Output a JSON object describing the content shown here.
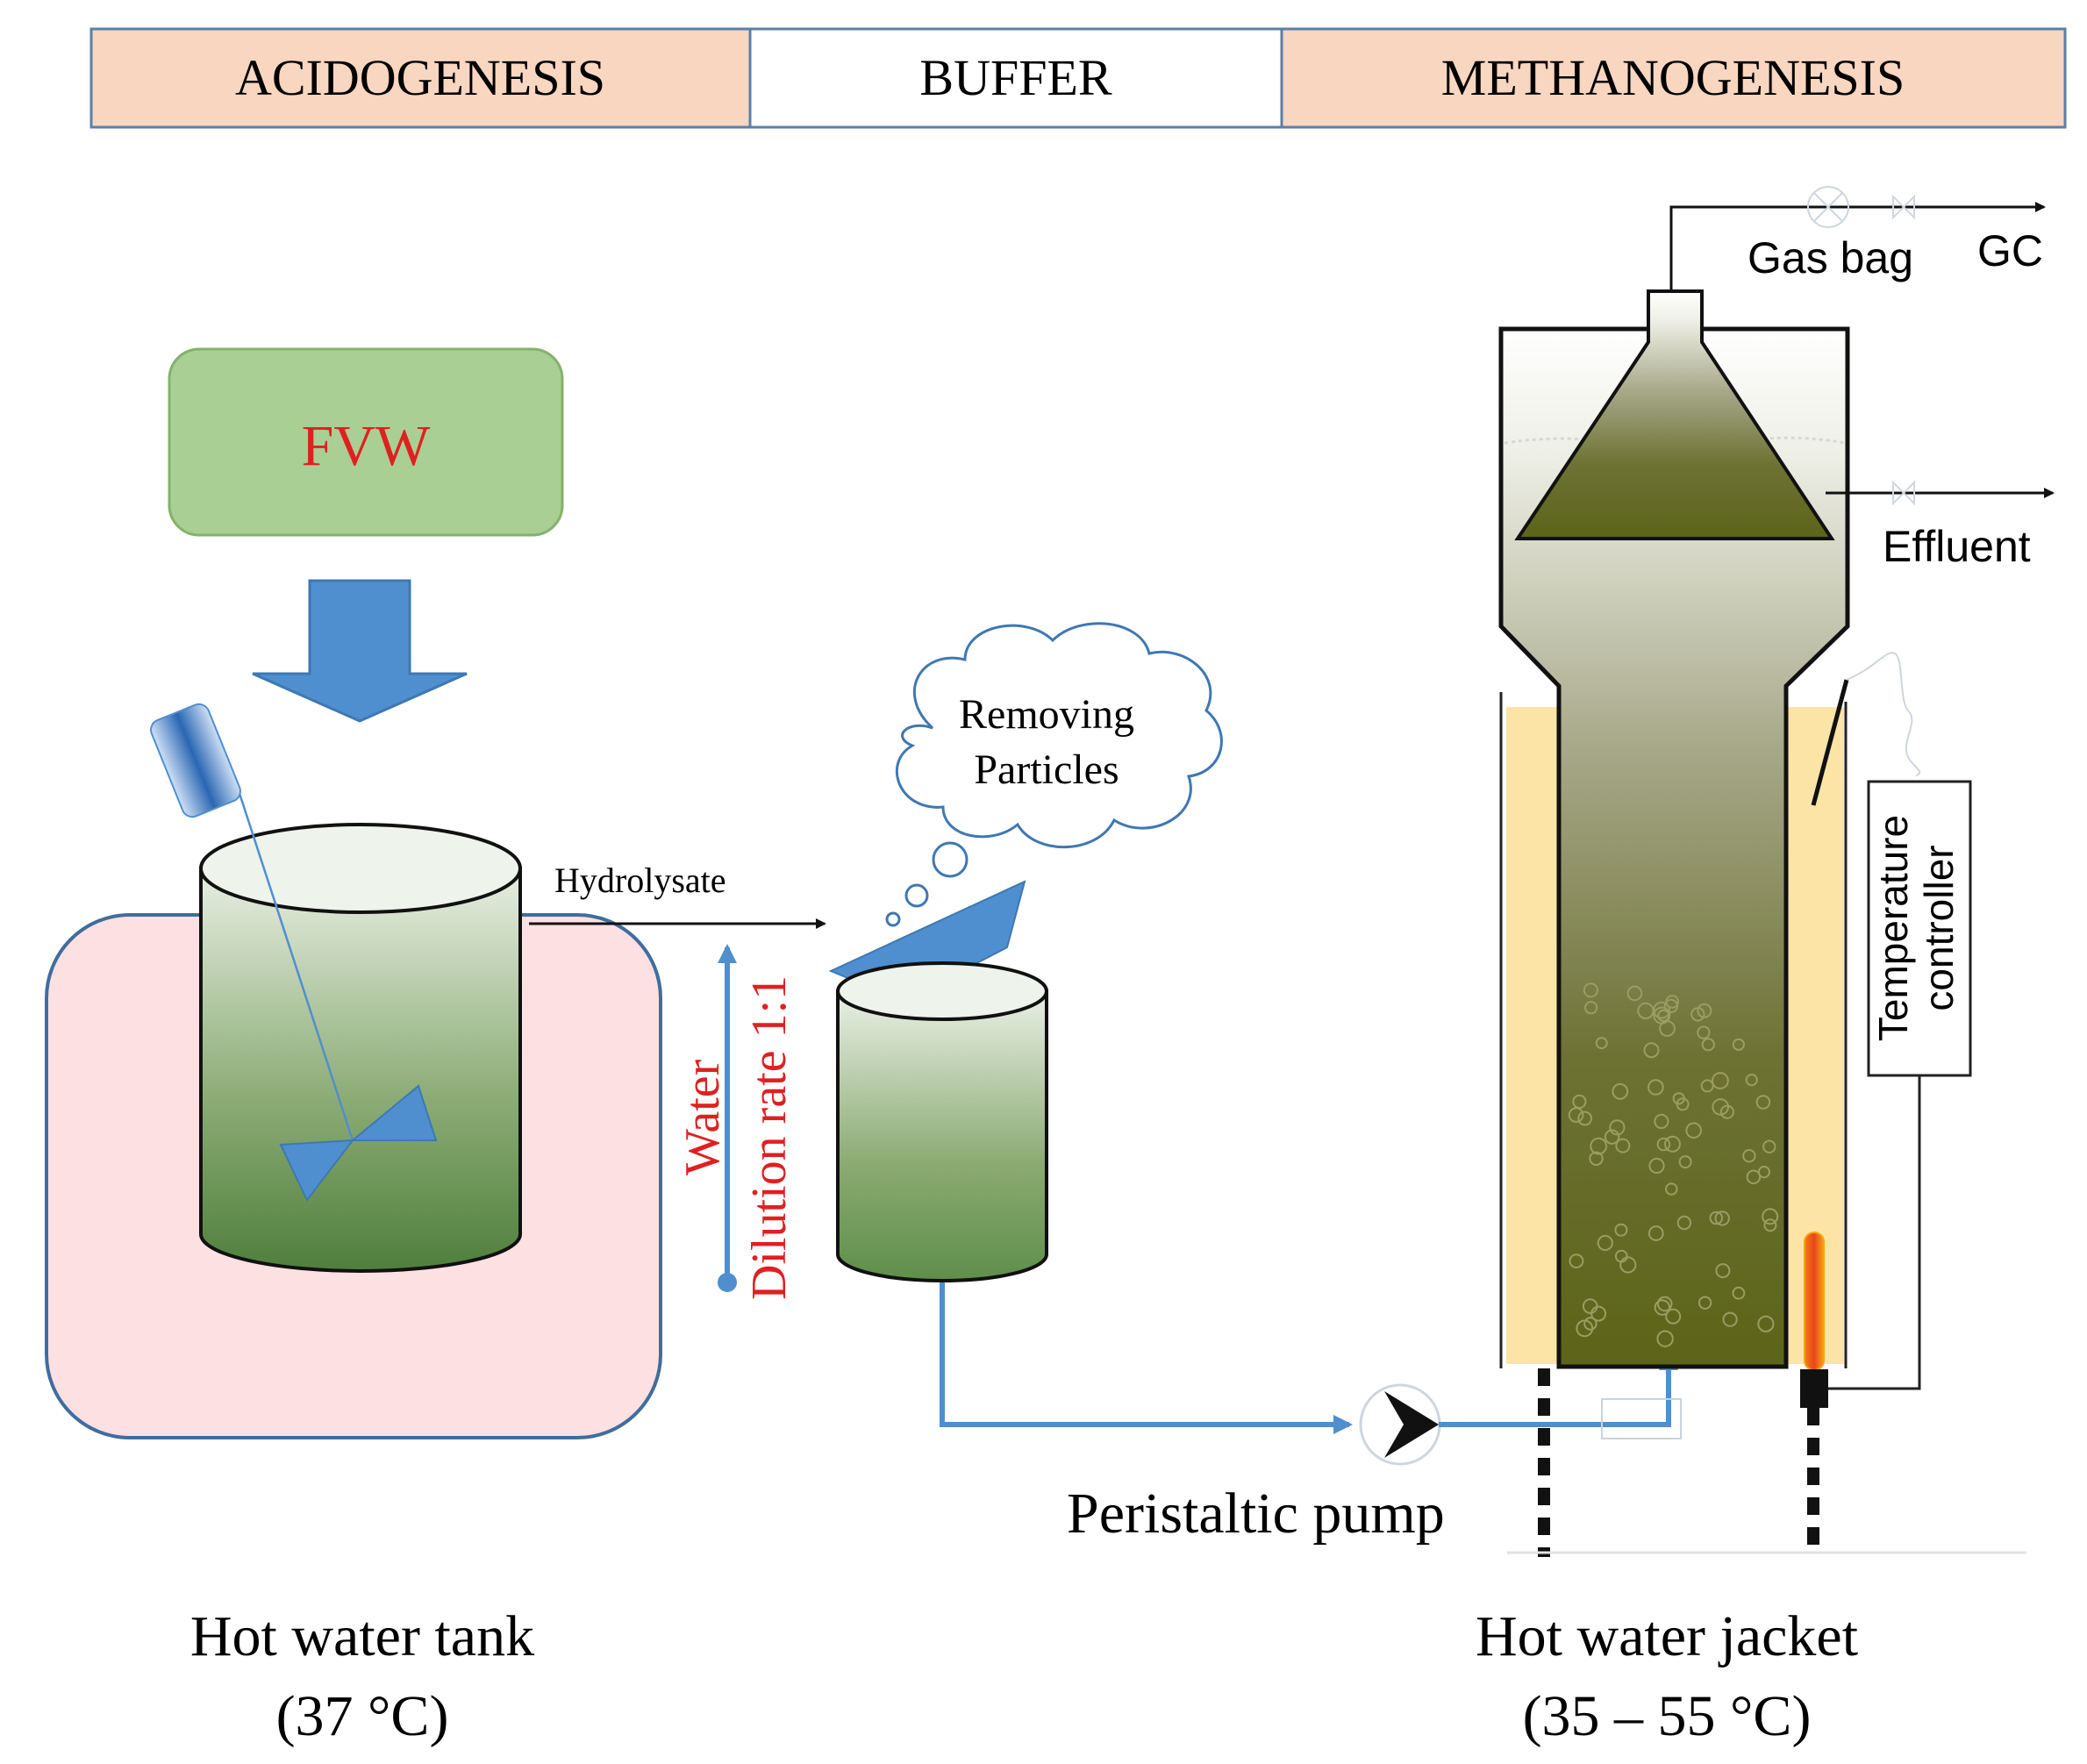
{
  "stages": {
    "acidogenesis": "ACIDOGENESIS",
    "buffer": "BUFFER",
    "methanogenesis": "METHANOGENESIS"
  },
  "feed_label": "FVW",
  "hydrolysate_label": "Hydrolysate",
  "cloud": {
    "line1": "Removing",
    "line2": "Particles"
  },
  "water_label": "Water",
  "dilution_label": "Dilution rate 1:1",
  "pump_label": "Peristaltic pump",
  "gas_bag_label": "Gas bag",
  "gc_label": "GC",
  "effluent_label": "Effluent",
  "temp_controller": {
    "line1": "Temperature",
    "line2": "controller"
  },
  "hot_water_tank": {
    "line1": "Hot water tank",
    "line2": "(37 °C)"
  },
  "hot_water_jacket": {
    "line1": "Hot water jacket",
    "line2": "(35 – 55 °C)"
  },
  "colors": {
    "stage_fill": "#f8d6c0",
    "feed_box": "#a9cf94",
    "water_bath": "#fde0e2",
    "arrow_blue": "#4f8fcf",
    "red_text": "#e02020",
    "jacket": "#fbe4a6",
    "sludge": "#6b7022"
  }
}
